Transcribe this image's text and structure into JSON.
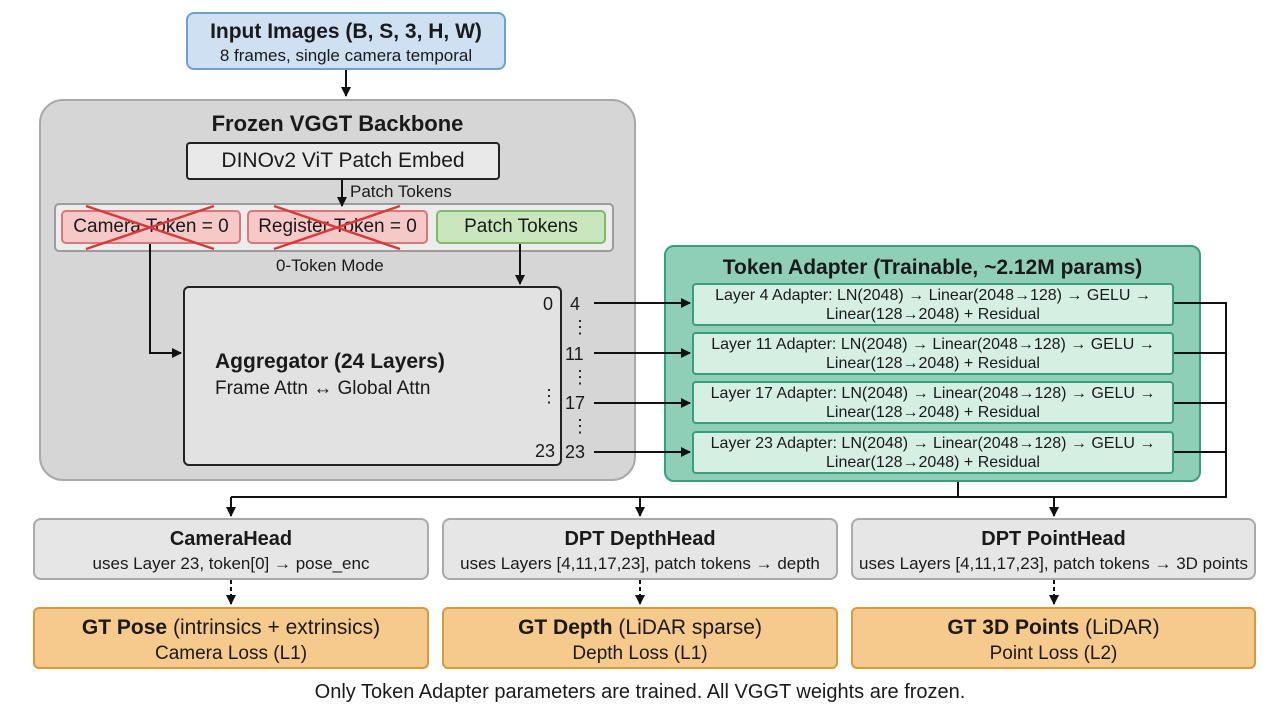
{
  "input": {
    "title": "Input Images (B, S, 3, H, W)",
    "subtitle": "8 frames, single camera temporal"
  },
  "backbone": {
    "title": "Frozen VGGT Backbone",
    "patch_embed": "DINOv2 ViT Patch Embed",
    "patch_tokens_label": "Patch Tokens",
    "camera_token": "Camera Token = 0",
    "register_token": "Register Token = 0",
    "patch_tokens": "Patch Tokens",
    "mode_label": "0-Token Mode",
    "aggregator_title": "Aggregator (24 Layers)",
    "aggregator_subtitle": "Frame Attn ↔ Global Attn",
    "inner_top": "0",
    "inner_dots": "⋮",
    "inner_bottom": "23"
  },
  "layer_labels": [
    "4",
    "11",
    "17",
    "23"
  ],
  "vertical_dots": "⋮",
  "adapter": {
    "title": "Token Adapter (Trainable, ~2.12M params)",
    "layers": [
      {
        "line1": "Layer 4 Adapter: LN(2048) → Linear(2048→128) → GELU →",
        "line2": "Linear(128→2048) + Residual"
      },
      {
        "line1": "Layer 11 Adapter: LN(2048) → Linear(2048→128) → GELU →",
        "line2": "Linear(128→2048) + Residual"
      },
      {
        "line1": "Layer 17 Adapter: LN(2048) → Linear(2048→128) → GELU →",
        "line2": "Linear(128→2048) + Residual"
      },
      {
        "line1": "Layer 23 Adapter: LN(2048) → Linear(2048→128) → GELU →",
        "line2": "Linear(128→2048) + Residual"
      }
    ]
  },
  "heads": [
    {
      "title": "CameraHead",
      "desc": "uses Layer 23, token[0] → pose_enc"
    },
    {
      "title": "DPT DepthHead",
      "desc": "uses Layers [4,11,17,23], patch tokens → depth"
    },
    {
      "title": "DPT PointHead",
      "desc": "uses Layers [4,11,17,23], patch tokens → 3D points"
    }
  ],
  "gt": [
    {
      "bold": "GT Pose",
      "rest": " (intrinsics + extrinsics)",
      "loss": "Camera Loss (L1)"
    },
    {
      "bold": "GT Depth",
      "rest": " (LiDAR sparse)",
      "loss": "Depth Loss (L1)"
    },
    {
      "bold": "GT 3D Points",
      "rest": " (LiDAR)",
      "loss": "Point Loss (L2)"
    }
  ],
  "footer": "Only Token Adapter parameters are trained. All VGGT weights are frozen.",
  "colors": {
    "input_fill": "#cfe0f3",
    "backbone_fill": "#d6d6d6",
    "adapter_fill": "#8fcfb8",
    "token_zeroed_fill": "#f6c8c8",
    "patch_token_fill": "#c9e6bf",
    "gt_fill": "#f6c98d",
    "cross_out": "#d63b3b"
  }
}
